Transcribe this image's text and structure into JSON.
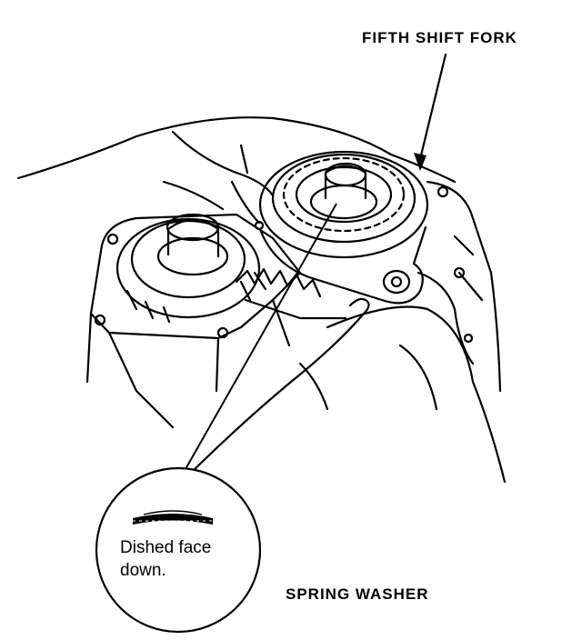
{
  "labels": {
    "fifth_shift_fork": "FIFTH SHIFT FORK",
    "spring_washer": "SPRING WASHER",
    "note_line1": "Dished face",
    "note_line2": "down."
  },
  "colors": {
    "ink": "#000000",
    "paper": "#ffffff"
  }
}
